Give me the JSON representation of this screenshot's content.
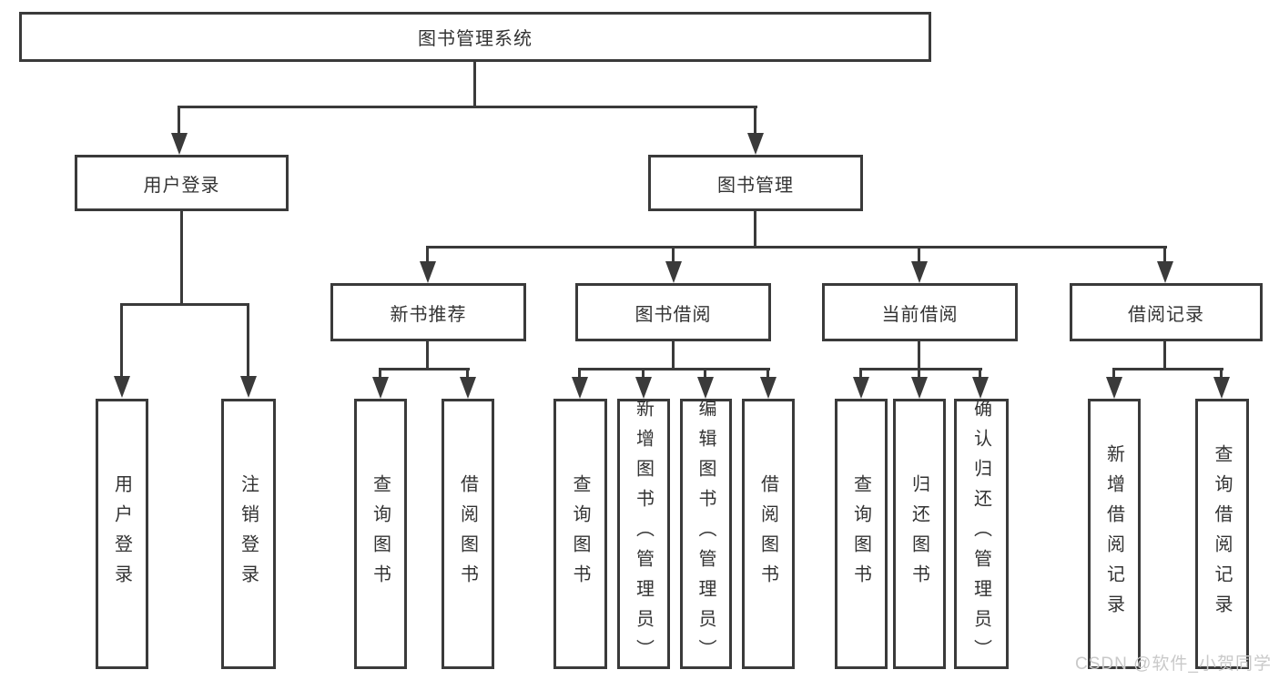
{
  "diagram": {
    "root": "图书管理系统",
    "branches": [
      {
        "label": "用户登录",
        "children": [
          {
            "label": "用户登录"
          },
          {
            "label": "注销登录"
          }
        ]
      },
      {
        "label": "图书管理",
        "children": [
          {
            "label": "新书推荐",
            "children": [
              {
                "label": "查询图书"
              },
              {
                "label": "借阅图书"
              }
            ]
          },
          {
            "label": "图书借阅",
            "children": [
              {
                "label": "查询图书"
              },
              {
                "label": "新增图书（管理员）"
              },
              {
                "label": "编辑图书（管理员）"
              },
              {
                "label": "借阅图书"
              }
            ]
          },
          {
            "label": "当前借阅",
            "children": [
              {
                "label": "查询图书"
              },
              {
                "label": "归还图书"
              },
              {
                "label": "确认归还（管理员）"
              }
            ]
          },
          {
            "label": "借阅记录",
            "children": [
              {
                "label": "新增借阅记录"
              },
              {
                "label": "查询借阅记录"
              }
            ]
          }
        ]
      }
    ]
  },
  "watermark": {
    "text": "CSDN @软件_小贺同学"
  },
  "colors": {
    "line": "#3a3a3a",
    "box_border": "#3a3a3a",
    "text": "#333333",
    "watermark": "#c9c9c9",
    "background": "#ffffff"
  }
}
